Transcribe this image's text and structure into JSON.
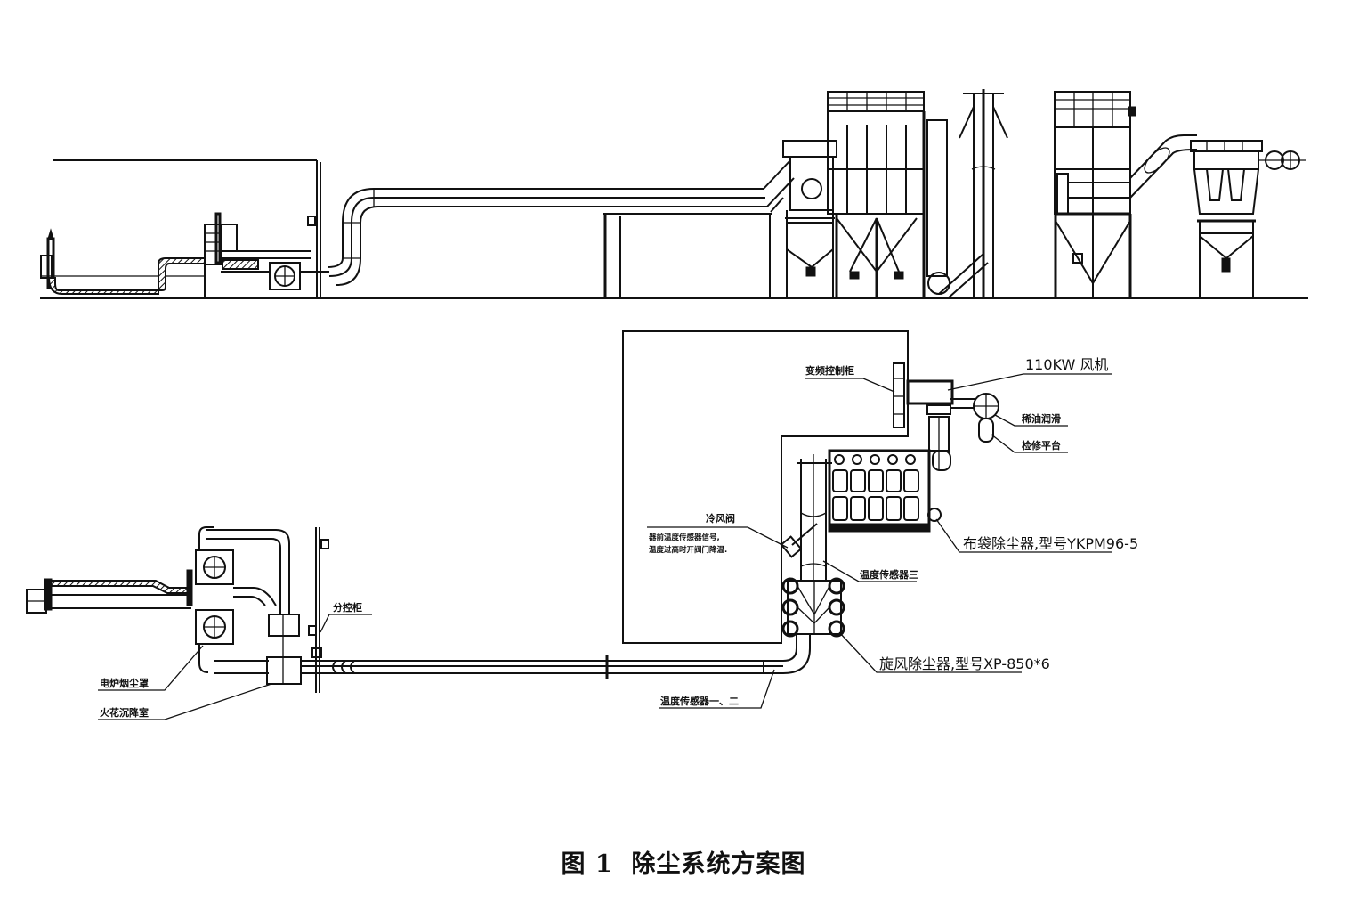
{
  "figure": {
    "caption_number": "图 1",
    "caption_title": "除尘系统方案图"
  },
  "views": {
    "elevation": "side elevation of dust-removal system",
    "plan": "plan view of dust-removal system"
  },
  "labels": {
    "vfd_cabinet": "变频控制柜",
    "fan": "110KW 风机",
    "oil_lubrication": "稀油润滑",
    "service_platform": "检修平台",
    "cold_air_valve": "冷风阀",
    "valve_note_line1": "器前温度传感器信号,",
    "valve_note_line2": "温度过高时开阀门降温.",
    "bag_filter": "布袋除尘器,型号YKPM96-5",
    "temp_sensor_3": "温度传感器三",
    "cyclone": "旋风除尘器,型号XP-850*6",
    "temp_sensor_1_2": "温度传感器一、二",
    "sub_control_cabinet": "分控柜",
    "furnace_hood": "电炉烟尘罩",
    "spark_chamber": "火花沉降室"
  }
}
